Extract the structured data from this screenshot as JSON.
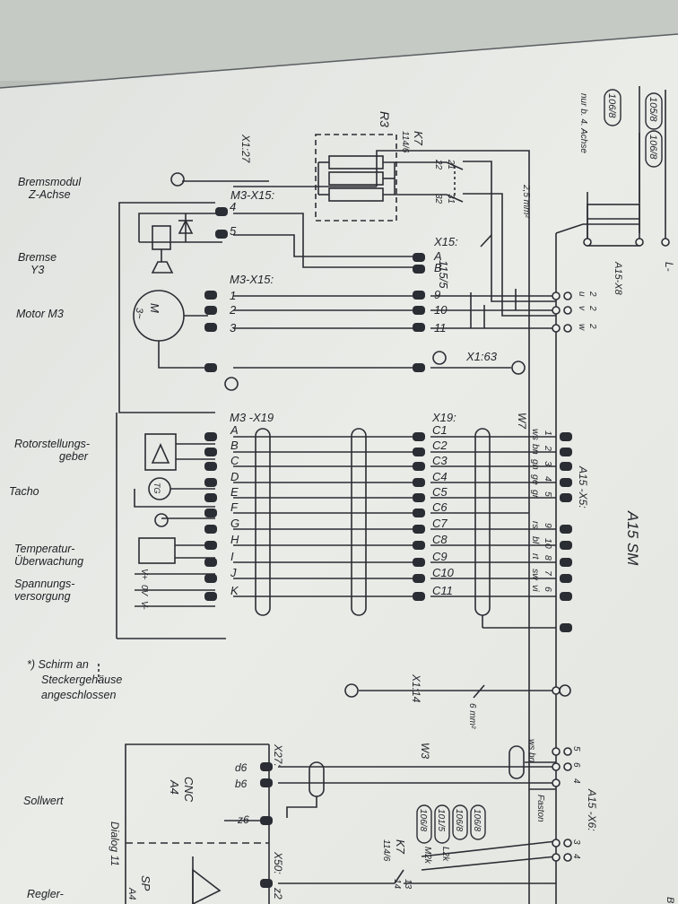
{
  "left_labels": {
    "bremsmodul": [
      "Bremsmodul",
      "Z-Achse"
    ],
    "bremse": [
      "Bremse",
      "Y3"
    ],
    "motor": "Motor M3",
    "rotor": [
      "Rotorstellungs-",
      "geber"
    ],
    "tacho": "Tacho",
    "temperatur": [
      "Temperatur-",
      "Überwachung"
    ],
    "spannung": [
      "Spannungs-",
      "versorgung"
    ],
    "footnote": [
      "*) Schirm an",
      "Steckergehäuse",
      "angeschlossen"
    ],
    "sollwert": "Sollwert",
    "regler": "Regler-"
  },
  "connectors": {
    "m3_x15_top": "M3-X15:",
    "m3_x15_mid": "M3-X15:",
    "m3_x19": "M3 -X19",
    "x15": "X15:",
    "x19": "X19:",
    "x1_27": "X1:27",
    "x1_63": "X1:63",
    "x1_14": "X1:14",
    "x27": "X27:",
    "x50": "X50:"
  },
  "pins": {
    "brems_top": [
      "4",
      "5"
    ],
    "motor": [
      "1",
      "2",
      "3"
    ],
    "x15_right": [
      "A",
      "B",
      "9",
      "10",
      "11"
    ],
    "m3_x19": [
      "A",
      "B",
      "C",
      "D",
      "E",
      "F",
      "G",
      "H",
      "I",
      "J",
      "K"
    ],
    "x19_right": [
      "C1",
      "C2",
      "C3",
      "C4",
      "C5",
      "C6",
      "C7",
      "C8",
      "C9",
      "C10",
      "C11"
    ],
    "wire_colors": [
      "ws",
      "bn",
      "gn",
      "ge",
      "gr",
      "",
      "",
      "rs",
      "bl",
      "rt",
      "sw",
      "vi"
    ],
    "a15_x5_pins": [
      "1",
      "2",
      "3",
      "4",
      "5",
      "9",
      "10",
      "8",
      "7",
      "6"
    ],
    "x27_pins": [
      "d6",
      "b6",
      "z6"
    ],
    "x50_pin": "z2"
  },
  "right_refs": {
    "ref_top_1": "105/8",
    "ref_top_2": "106/8",
    "ref_106_8": "106/8",
    "nur_4_achse": "nur b. 4. Achse",
    "a15_x8": "A15-X8",
    "l_minus": "L-",
    "uvw": [
      "u",
      "v",
      "w"
    ],
    "two": "2",
    "a15_x5": "A15 -X5:",
    "a15_sm": "A15 SM",
    "a15_x6": "A15 -X6:",
    "faston": "Faston",
    "w7": "W7",
    "w3": "W3",
    "mm_25": "2,5 mm²",
    "mm_6": "6 mm²",
    "ws_bn": "ws bn",
    "x6_pins": [
      "5",
      "6",
      "4",
      "3",
      "4"
    ],
    "refs_bottom": [
      "106/8",
      "106/8",
      "101/5",
      "106/8"
    ],
    "refs_bottom_suffix": [
      "",
      "",
      "L2k",
      "M2k"
    ],
    "k7_bottom": "K7",
    "k7_bottom_sub": "114/6",
    "k7_contacts": [
      "13",
      "14"
    ],
    "bt": "BT"
  },
  "r3": {
    "label": "R3",
    "k7": "K7",
    "k7_sub": "114/6",
    "contacts": [
      "21",
      "22",
      "31",
      "32"
    ],
    "ref_115_5": "115/5"
  },
  "cnc": {
    "label": "CNC",
    "sub": "A4",
    "dialog": "Dialog 11",
    "sp": "SP",
    "a4": "A4"
  },
  "motor_symbol": {
    "m": "M",
    "sub": "3~"
  },
  "tg": "TG",
  "spannung_signals": [
    "V+",
    "0V",
    "V-"
  ]
}
